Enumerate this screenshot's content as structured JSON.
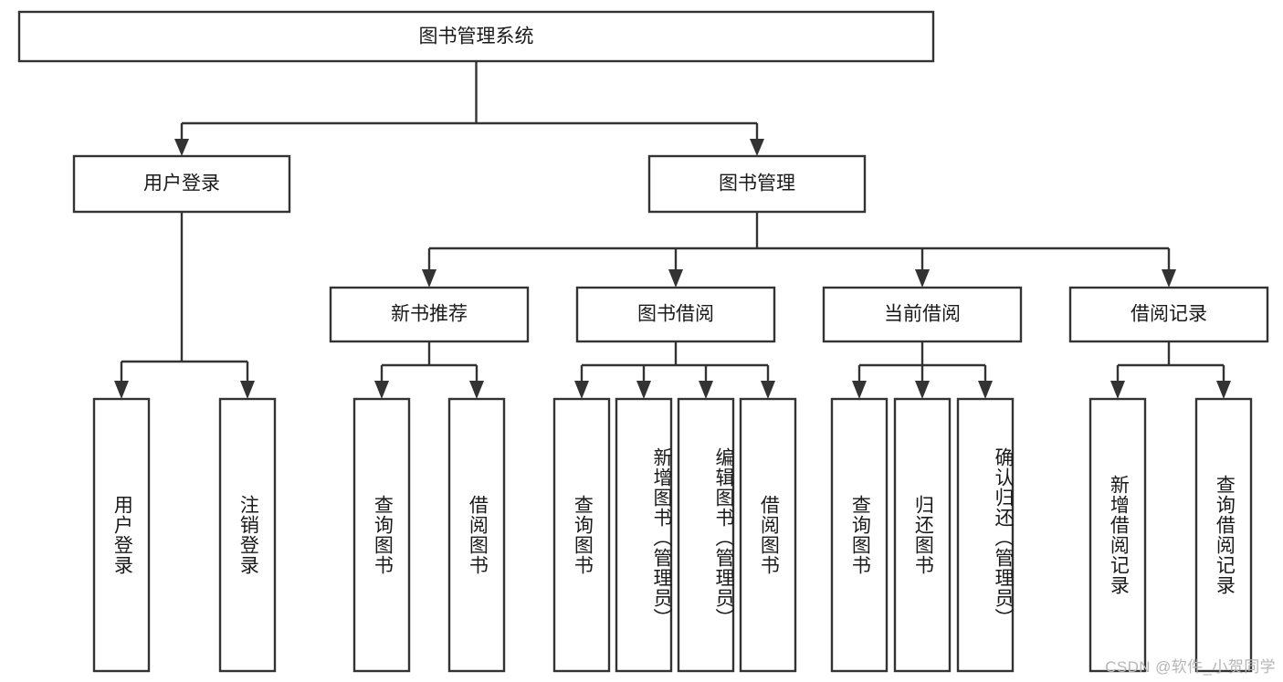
{
  "diagram": {
    "title": "图书管理系统",
    "type": "tree",
    "background_color": "#ffffff",
    "line_color": "#333333",
    "text_color": "#1a1a1a",
    "root": {
      "id": "root",
      "label": "图书管理系统",
      "orientation": "horizontal"
    },
    "level2": [
      {
        "id": "user-login",
        "label": "用户登录",
        "orientation": "horizontal"
      },
      {
        "id": "book-management",
        "label": "图书管理",
        "orientation": "horizontal"
      }
    ],
    "level3": [
      {
        "id": "new-book-recommend",
        "label": "新书推荐",
        "orientation": "horizontal",
        "parent": "book-management"
      },
      {
        "id": "book-borrow",
        "label": "图书借阅",
        "orientation": "horizontal",
        "parent": "book-management"
      },
      {
        "id": "current-borrow",
        "label": "当前借阅",
        "orientation": "horizontal",
        "parent": "book-management"
      },
      {
        "id": "borrow-record",
        "label": "借阅记录",
        "orientation": "horizontal",
        "parent": "book-management"
      }
    ],
    "leaves": [
      {
        "id": "leaf-user-login",
        "label": "用户登录",
        "orientation": "vertical",
        "parent": "user-login"
      },
      {
        "id": "leaf-logout-login",
        "label": "注销登录",
        "orientation": "vertical",
        "parent": "user-login"
      },
      {
        "id": "leaf-query-book-1",
        "label": "查询图书",
        "orientation": "vertical",
        "parent": "new-book-recommend"
      },
      {
        "id": "leaf-borrow-book-1",
        "label": "借阅图书",
        "orientation": "vertical",
        "parent": "new-book-recommend"
      },
      {
        "id": "leaf-query-book-2",
        "label": "查询图书",
        "orientation": "vertical",
        "parent": "book-borrow"
      },
      {
        "id": "leaf-add-book-admin",
        "label": "新增图书（管理员）",
        "orientation": "vertical",
        "parent": "book-borrow"
      },
      {
        "id": "leaf-edit-book-admin",
        "label": "编辑图书（管理员）",
        "orientation": "vertical",
        "parent": "book-borrow"
      },
      {
        "id": "leaf-borrow-book-2",
        "label": "借阅图书",
        "orientation": "vertical",
        "parent": "book-borrow"
      },
      {
        "id": "leaf-query-book-3",
        "label": "查询图书",
        "orientation": "vertical",
        "parent": "current-borrow"
      },
      {
        "id": "leaf-return-book",
        "label": "归还图书",
        "orientation": "vertical",
        "parent": "current-borrow"
      },
      {
        "id": "leaf-confirm-return-admin",
        "label": "确认归还（管理员）",
        "orientation": "vertical",
        "parent": "current-borrow"
      },
      {
        "id": "leaf-add-borrow-record",
        "label": "新增借阅记录",
        "orientation": "vertical",
        "parent": "borrow-record"
      },
      {
        "id": "leaf-query-borrow-record",
        "label": "查询借阅记录",
        "orientation": "vertical",
        "parent": "borrow-record"
      }
    ]
  },
  "watermark": {
    "text": "CSDN @软件_小贺同学"
  }
}
